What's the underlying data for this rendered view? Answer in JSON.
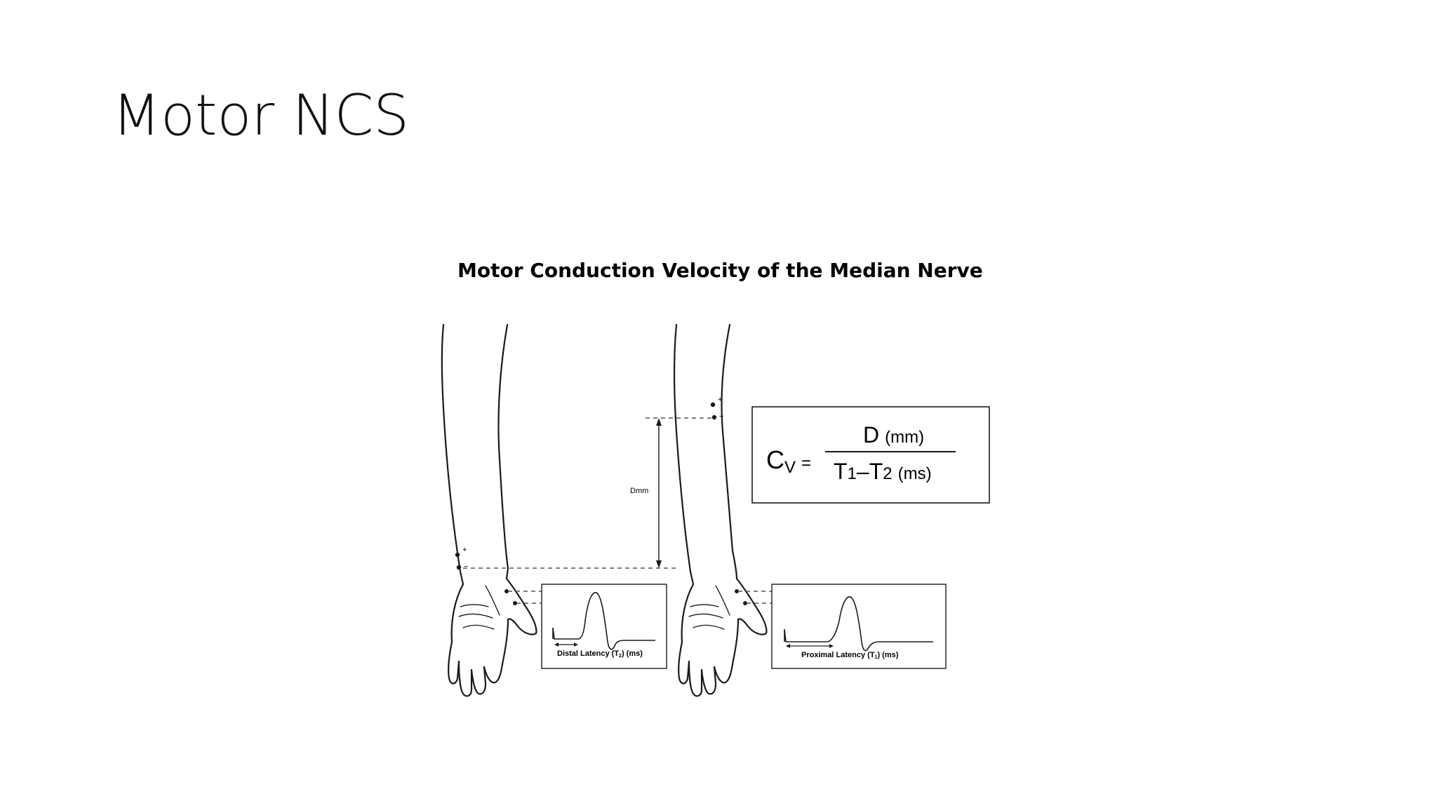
{
  "slide": {
    "title": "Motor NCS"
  },
  "figure": {
    "title": "Motor Conduction Velocity of the Median Nerve",
    "distance_label": "Dmm",
    "electrode_plus": "+",
    "electrode_minus": "−",
    "equation": {
      "lhs_main": "C",
      "lhs_sub": "V",
      "equals": "=",
      "numerator_main": "D",
      "numerator_unit": "(mm)",
      "denominator_t1": "T",
      "denominator_t1_sub": "1",
      "denominator_dash": "–",
      "denominator_t2": "T",
      "denominator_t2_sub": "2",
      "denominator_unit": "(ms)"
    },
    "distal_trace": {
      "label_pre": "Distal Latency (T",
      "label_sub": "2",
      "label_post": ") (ms)"
    },
    "proximal_trace": {
      "label_pre": "Proximal Latency (T",
      "label_sub": "1",
      "label_post": ") (ms)"
    }
  },
  "colors": {
    "line": "#1a1a1a",
    "dashed": "#555555"
  }
}
